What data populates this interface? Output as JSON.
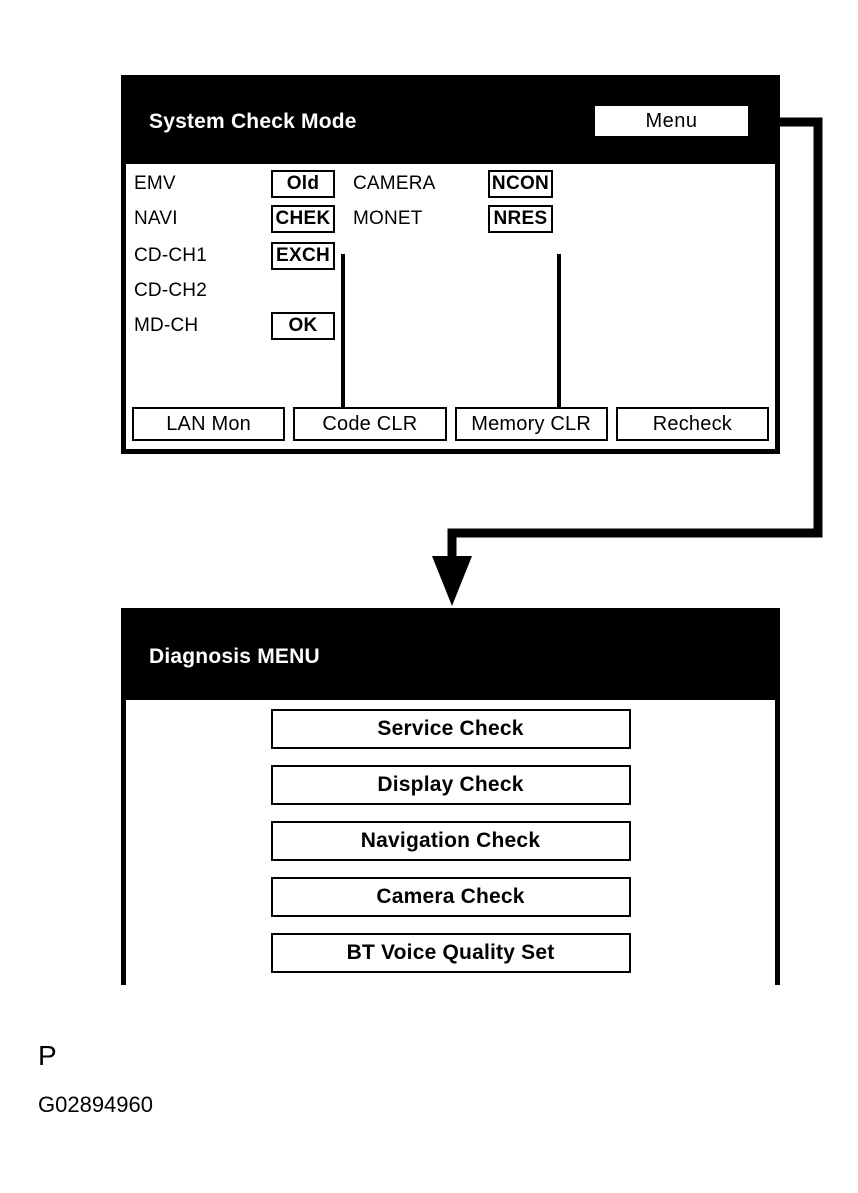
{
  "figure": {
    "caption_letter": "P",
    "caption_code": "G02894960",
    "ink_color": "#000000",
    "background_color": "#ffffff"
  },
  "system_check_panel": {
    "title": "System Check Mode",
    "menu_button_label": "Menu",
    "column_one": [
      {
        "label": "EMV",
        "status": "Old"
      },
      {
        "label": "NAVI",
        "status": "CHEK"
      },
      {
        "label": "CD-CH1",
        "status": "EXCH"
      },
      {
        "label": "CD-CH2",
        "status": ""
      },
      {
        "label": "MD-CH",
        "status": "OK"
      }
    ],
    "column_two": [
      {
        "label": "CAMERA",
        "status": "NCON"
      },
      {
        "label": "MONET",
        "status": "NRES"
      }
    ],
    "action_buttons": [
      "LAN Mon",
      "Code CLR",
      "Memory CLR",
      "Recheck"
    ]
  },
  "diagnosis_panel": {
    "title": "Diagnosis MENU",
    "menu_items": [
      "Service Check",
      "Display Check",
      "Navigation Check",
      "Camera Check",
      "BT Voice Quality Set"
    ]
  }
}
